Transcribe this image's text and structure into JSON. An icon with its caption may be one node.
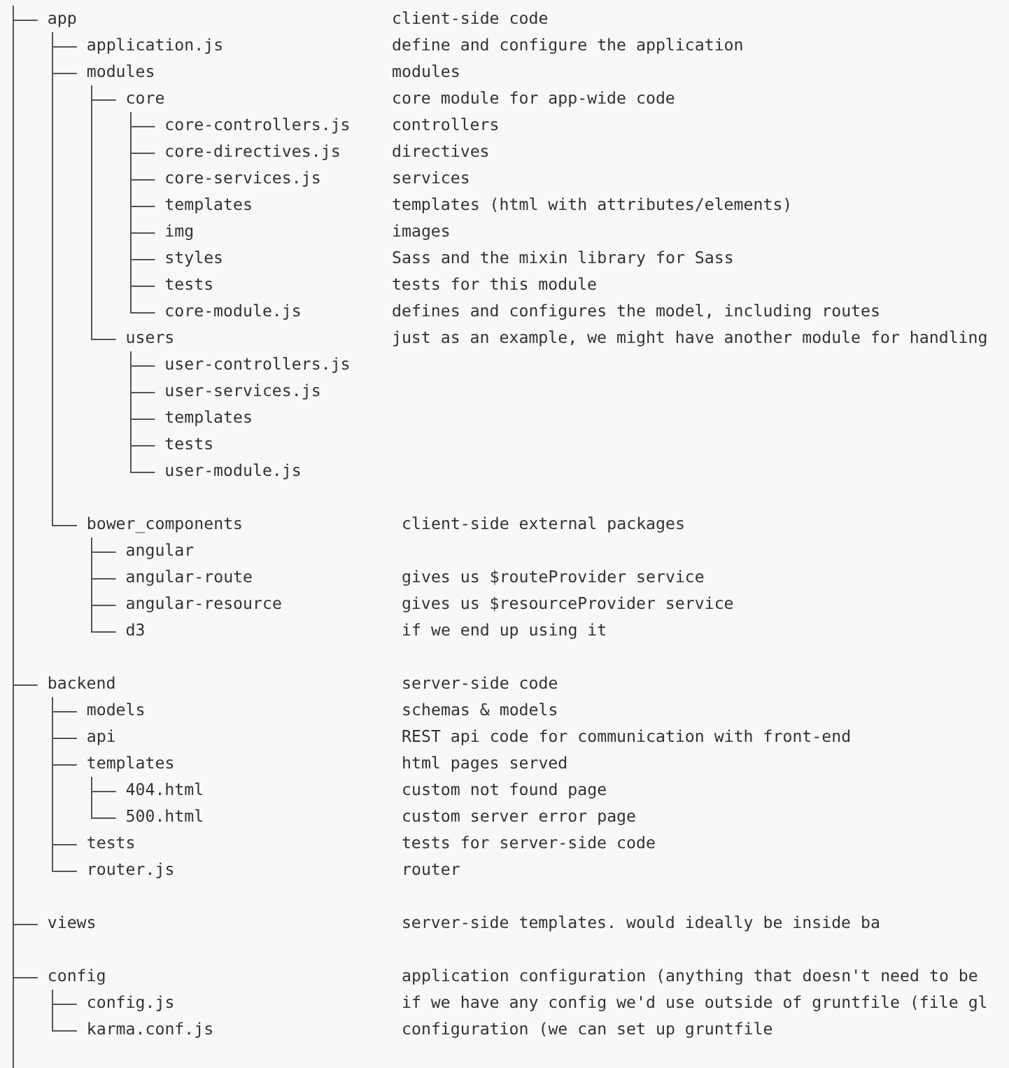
{
  "diagram": {
    "nodes": [
      {
        "text": [
          "app"
        ],
        "beside": [
          "client-side code"
        ]
      },
      {
        "text": [
          "application.js"
        ],
        "beside": [
          "define and configure the application"
        ]
      },
      {
        "text": [
          "modules"
        ],
        "beside": [
          "modules"
        ]
      },
      {
        "text": [
          "core"
        ],
        "beside": [
          "core module for app-wide code"
        ]
      },
      {
        "text": [
          "core-controllers.js"
        ],
        "beside": [
          "controllers"
        ]
      },
      {
        "text": [
          "core-directives.js"
        ],
        "beside": [
          "directives"
        ]
      },
      {
        "text": [
          "core-services.js"
        ],
        "beside": [
          "services"
        ]
      },
      {
        "text": [
          "templates"
        ],
        "beside": [
          "templates (html with attributes/elements)"
        ]
      },
      {
        "text": [
          "img"
        ],
        "beside": [
          "images"
        ]
      },
      {
        "text": [
          "styles"
        ],
        "beside": [
          "Sass and the mixin library for Sass"
        ]
      },
      {
        "text": [
          "tests"
        ],
        "beside": [
          "tests for this module"
        ]
      },
      {
        "text": [
          "core-module.js"
        ],
        "beside": [
          "defines and configures the model, including routes"
        ]
      },
      {
        "text": [
          "users"
        ],
        "beside": [
          "just as an example, we might have another module for handling"
        ]
      },
      {
        "text": [
          "user-controllers.js"
        ]
      },
      {
        "text": [
          "user-services.js"
        ]
      },
      {
        "text": [
          "templates"
        ]
      },
      {
        "text": [
          "tests"
        ]
      },
      {
        "text": [
          "user-module.js"
        ]
      },
      {
        "text": [
          "bower_components"
        ],
        "beside": [
          "client-side external packages"
        ]
      },
      {
        "text": [
          "angular"
        ]
      },
      {
        "text": [
          "angular-route"
        ],
        "beside": [
          "gives us $routeProvider service"
        ]
      },
      {
        "text": [
          "angular-resource"
        ],
        "beside": [
          "gives us $resourceProvider service"
        ]
      },
      {
        "text": [
          "d3"
        ],
        "beside": [
          "if we end up using it"
        ]
      },
      {
        "text": [
          "backend"
        ],
        "beside": [
          "server-side code"
        ]
      },
      {
        "text": [
          "models"
        ],
        "beside": [
          "schemas & models"
        ]
      },
      {
        "text": [
          "api"
        ],
        "beside": [
          "REST api code for communication with front-end"
        ]
      },
      {
        "text": [
          "templates"
        ],
        "beside": [
          "html pages served"
        ]
      },
      {
        "text": [
          "404.html"
        ],
        "beside": [
          "custom not found page"
        ]
      },
      {
        "text": [
          "500.html"
        ],
        "beside": [
          "custom server error page"
        ]
      },
      {
        "text": [
          "tests"
        ],
        "beside": [
          "tests for server-side code"
        ]
      },
      {
        "text": [
          "router.js"
        ],
        "beside": [
          "router"
        ]
      },
      {
        "text": [
          "views"
        ],
        "beside": [
          "server-side templates. would ideally be inside ba"
        ]
      },
      {
        "text": [
          "config"
        ],
        "beside": [
          "application configuration (anything that doesn't need to be"
        ]
      },
      {
        "text": [
          "config.js"
        ],
        "beside": [
          "if we have any config we'd use outside of gruntfile (file gl"
        ]
      },
      {
        "text": [
          "karma.conf.js"
        ],
        "beside": [
          "configuration (we can set up gruntfile"
        ]
      }
    ],
    "edges": [
      {
        "from": null,
        "to": 0,
        "arrow": "none"
      },
      {
        "from": 0,
        "to": 1,
        "arrow": "none"
      },
      {
        "from": 0,
        "to": 2,
        "arrow": "none"
      },
      {
        "from": 2,
        "to": 3,
        "arrow": "none"
      },
      {
        "from": 3,
        "to": 4,
        "arrow": "none"
      },
      {
        "from": 3,
        "to": 5,
        "arrow": "none"
      },
      {
        "from": 3,
        "to": 6,
        "arrow": "none"
      },
      {
        "from": 3,
        "to": 7,
        "arrow": "none"
      },
      {
        "from": 3,
        "to": 8,
        "arrow": "none"
      },
      {
        "from": 3,
        "to": 9,
        "arrow": "none"
      },
      {
        "from": 3,
        "to": 10,
        "arrow": "none"
      },
      {
        "from": 3,
        "to": 11,
        "arrow": "none"
      },
      {
        "from": 2,
        "to": 12,
        "arrow": "none"
      },
      {
        "from": 12,
        "to": 13,
        "arrow": "none"
      },
      {
        "from": 12,
        "to": 14,
        "arrow": "none"
      },
      {
        "from": 12,
        "to": 15,
        "arrow": "none"
      },
      {
        "from": 12,
        "to": 16,
        "arrow": "none"
      },
      {
        "from": 12,
        "to": 17,
        "arrow": "none"
      },
      {
        "from": 0,
        "to": 18,
        "arrow": "none"
      },
      {
        "from": 18,
        "to": 19,
        "arrow": "none"
      },
      {
        "from": 18,
        "to": 20,
        "arrow": "none"
      },
      {
        "from": 18,
        "to": 21,
        "arrow": "none"
      },
      {
        "from": 18,
        "to": 22,
        "arrow": "none"
      },
      {
        "from": null,
        "to": 23,
        "arrow": "none"
      },
      {
        "from": 23,
        "to": 24,
        "arrow": "none"
      },
      {
        "from": 23,
        "to": 25,
        "arrow": "none"
      },
      {
        "from": 23,
        "to": 26,
        "arrow": "none"
      },
      {
        "from": 26,
        "to": 27,
        "arrow": "none"
      },
      {
        "from": 26,
        "to": 28,
        "arrow": "none"
      },
      {
        "from": 23,
        "to": 29,
        "arrow": "none"
      },
      {
        "from": 23,
        "to": 30,
        "arrow": "none"
      },
      {
        "from": null,
        "to": 31,
        "arrow": "none"
      },
      {
        "from": null,
        "to": 32,
        "arrow": "none"
      },
      {
        "from": 32,
        "to": 33,
        "arrow": "none"
      },
      {
        "from": 32,
        "to": 34,
        "arrow": "none"
      }
    ]
  }
}
